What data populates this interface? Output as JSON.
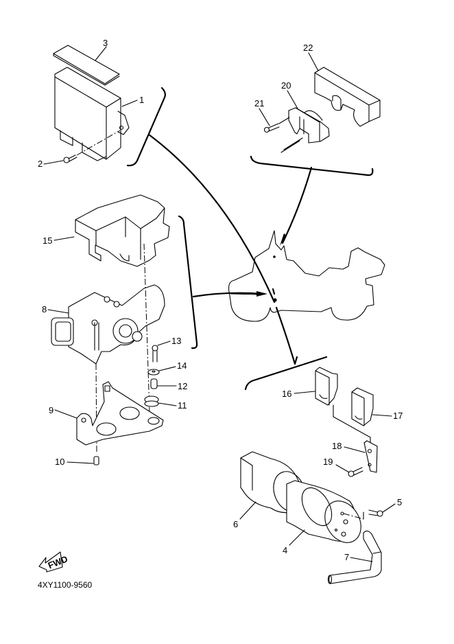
{
  "diagram": {
    "code": "4XY1100-9560",
    "fwd_label": "FWD",
    "parts": [
      {
        "ref": "1"
      },
      {
        "ref": "2"
      },
      {
        "ref": "3"
      },
      {
        "ref": "4"
      },
      {
        "ref": "5"
      },
      {
        "ref": "6"
      },
      {
        "ref": "7"
      },
      {
        "ref": "8"
      },
      {
        "ref": "9"
      },
      {
        "ref": "10"
      },
      {
        "ref": "11"
      },
      {
        "ref": "12"
      },
      {
        "ref": "13"
      },
      {
        "ref": "14"
      },
      {
        "ref": "15"
      },
      {
        "ref": "16"
      },
      {
        "ref": "17"
      },
      {
        "ref": "18"
      },
      {
        "ref": "19"
      },
      {
        "ref": "20"
      },
      {
        "ref": "21"
      },
      {
        "ref": "22"
      }
    ],
    "colors": {
      "line": "#000000",
      "background": "#ffffff"
    }
  }
}
